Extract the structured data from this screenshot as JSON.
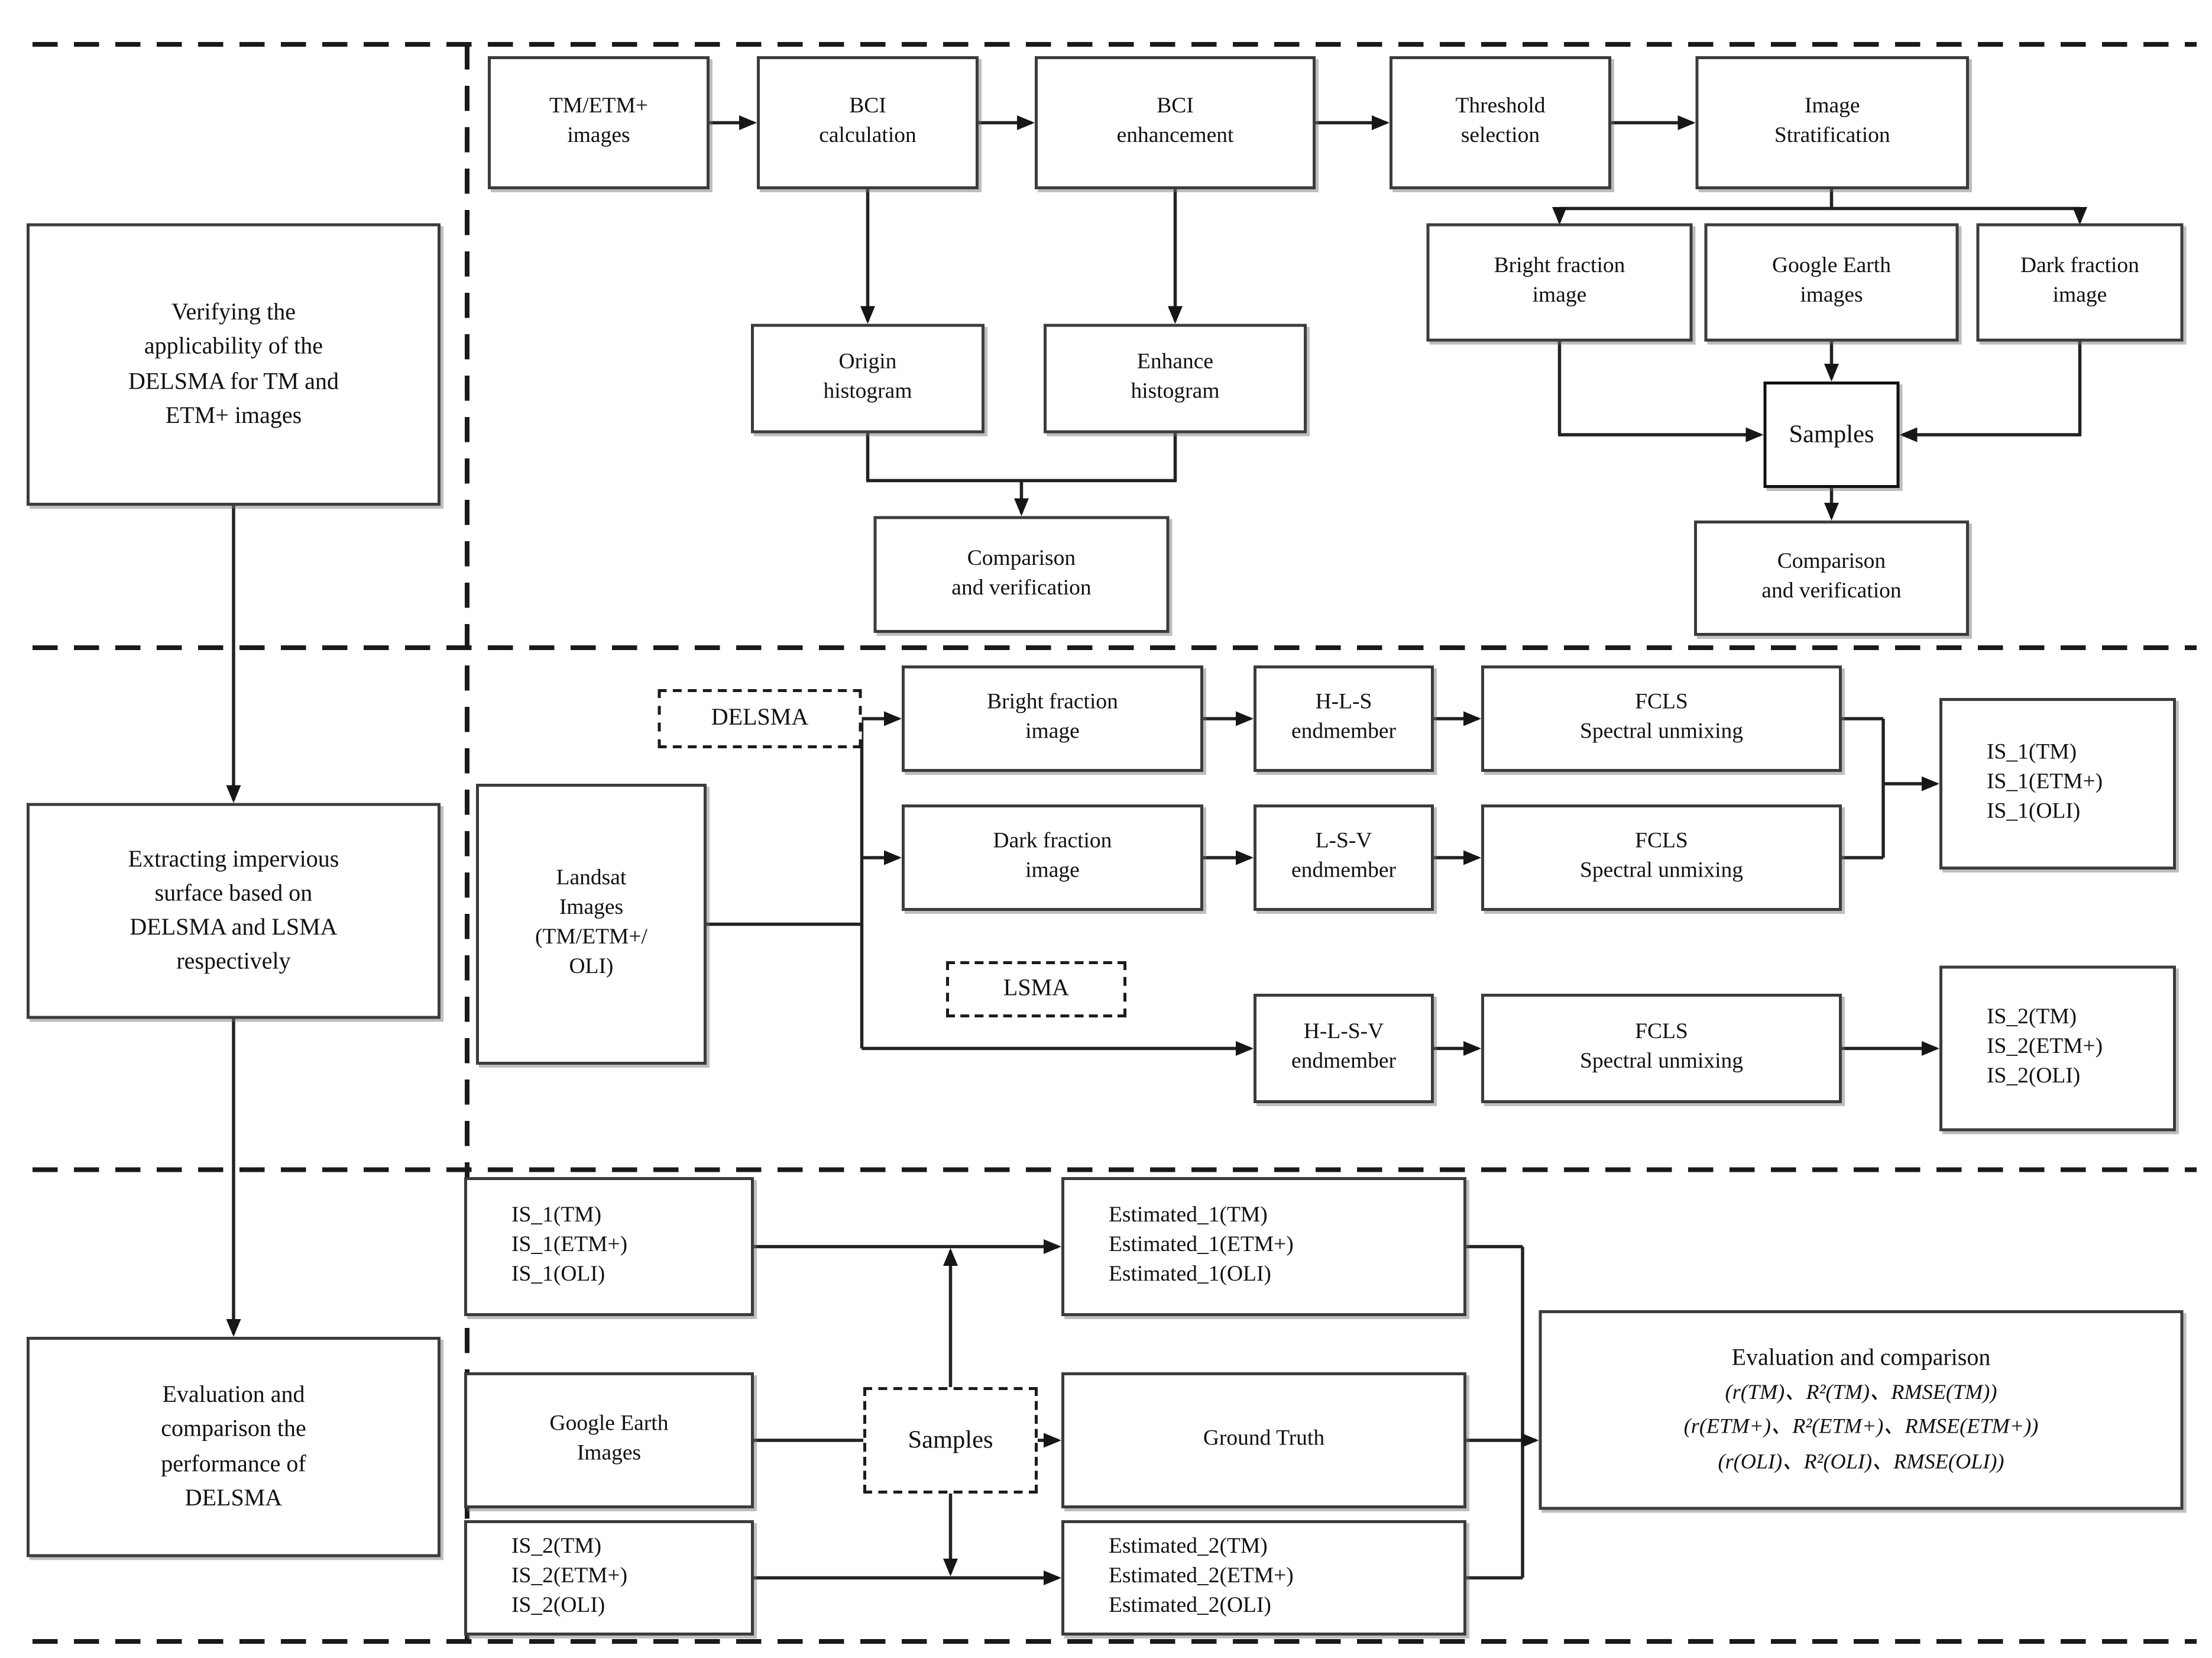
{
  "page": {
    "background": "#ffffff",
    "box_border_color": "#3c3c3c",
    "line_color": "#222222",
    "dashed_divider_color": "#1a1a1a"
  },
  "left_column": {
    "step1": "Verifying the\napplicability of the\nDELSMA for TM and\nETM+ images",
    "step2": "Extracting impervious\nsurface based on\nDELSMA and LSMA\nrespectively",
    "step3": "Evaluation and\ncomparison the\nperformance of\nDELSMA"
  },
  "top_section": {
    "tm_etm_images": "TM/ETM+\nimages",
    "bci_calculation": "BCI\ncalculation",
    "bci_enhancement": "BCI\nenhancement",
    "threshold_selection": "Threshold\nselection",
    "image_stratification": "Image\nStratification",
    "bright_fraction_image": "Bright fraction\nimage",
    "google_earth_images": "Google Earth\nimages",
    "dark_fraction_image": "Dark fraction\nimage",
    "origin_histogram": "Origin\nhistogram",
    "enhance_histogram": "Enhance\nhistogram",
    "samples": "Samples",
    "comparison_verification_left": "Comparison\nand verification",
    "comparison_verification_right": "Comparison\nand verification"
  },
  "middle_section": {
    "landsat_images": "Landsat\nImages\n(TM/ETM+/\nOLI)",
    "delsma_tag": "DELSMA",
    "lsma_tag": "LSMA",
    "bright_fraction_image": "Bright fraction\nimage",
    "dark_fraction_image": "Dark fraction\nimage",
    "hls_endmember": "H-L-S\nendmember",
    "lsv_endmember": "L-S-V\nendmember",
    "hlsv_endmember": "H-L-S-V\nendmember",
    "fcls_spectral_unmixing": "FCLS\nSpectral unmixing",
    "is1_outputs": "IS_1(TM)\nIS_1(ETM+)\nIS_1(OLI)",
    "is2_outputs": "IS_2(TM)\nIS_2(ETM+)\nIS_2(OLI)"
  },
  "bottom_section": {
    "is1_outputs": "IS_1(TM)\nIS_1(ETM+)\nIS_1(OLI)",
    "google_earth_images": "Google Earth\nImages",
    "is2_outputs": "IS_2(TM)\nIS_2(ETM+)\nIS_2(OLI)",
    "samples": "Samples",
    "estimated_1": "Estimated_1(TM)\nEstimated_1(ETM+)\nEstimated_1(OLI)",
    "ground_truth": "Ground Truth",
    "estimated_2": "Estimated_2(TM)\nEstimated_2(ETM+)\nEstimated_2(OLI)",
    "evaluation": {
      "title": "Evaluation and comparison",
      "metrics_tm": "(r(TM)、R²(TM)、RMSE(TM))",
      "metrics_etm": "(r(ETM+)、R²(ETM+)、RMSE(ETM+))",
      "metrics_oli": "(r(OLI)、R²(OLI)、RMSE(OLI))"
    }
  }
}
